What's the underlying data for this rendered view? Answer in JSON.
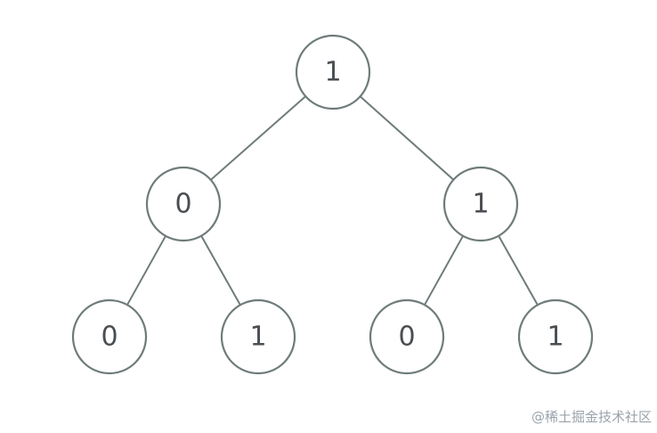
{
  "diagram": {
    "nodes": [
      {
        "id": "n1",
        "label": "1"
      },
      {
        "id": "n2",
        "label": "0"
      },
      {
        "id": "n3",
        "label": "1"
      },
      {
        "id": "n4",
        "label": "0"
      },
      {
        "id": "n5",
        "label": "1"
      },
      {
        "id": "n6",
        "label": "0"
      },
      {
        "id": "n7",
        "label": "1"
      }
    ],
    "edges": [
      {
        "from": "n1",
        "to": "n2"
      },
      {
        "from": "n1",
        "to": "n3"
      },
      {
        "from": "n2",
        "to": "n4"
      },
      {
        "from": "n2",
        "to": "n5"
      },
      {
        "from": "n3",
        "to": "n6"
      },
      {
        "from": "n3",
        "to": "n7"
      }
    ],
    "colors": {
      "stroke": "#6f7b7b",
      "text": "#4a4e52"
    }
  },
  "watermark": {
    "text": "@稀土掘金技术社区"
  }
}
